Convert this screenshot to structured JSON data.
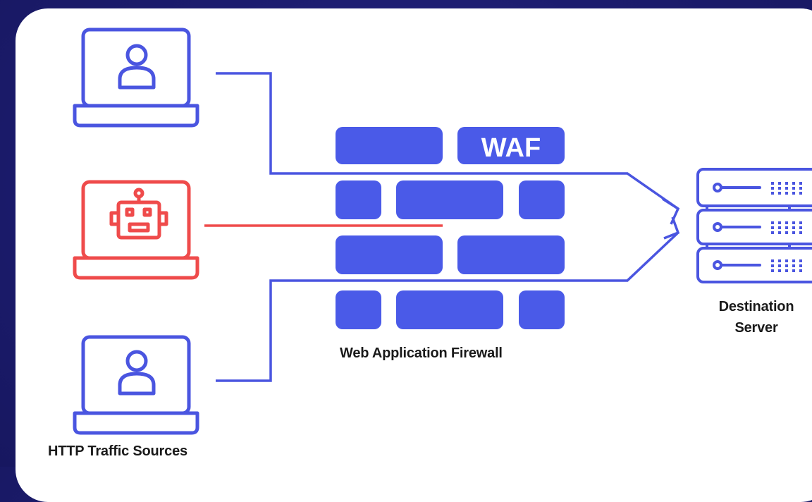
{
  "diagram": {
    "colors": {
      "background": "#1c1c6e",
      "card": "#ffffff",
      "user_stroke": "#4a55e0",
      "bot_stroke": "#ef4b4b",
      "waf_block": "#4a5ae8",
      "text": "#1a1a1a"
    },
    "waf_badge": "WAF",
    "waf_label": "Web Application Firewall",
    "sources_label": "HTTP Traffic Sources",
    "destination_label_line1": "Destination",
    "destination_label_line2": "Server",
    "sources": [
      {
        "type": "user",
        "icon": "laptop-user-icon",
        "allowed": true
      },
      {
        "type": "bot",
        "icon": "laptop-robot-icon",
        "allowed": false
      },
      {
        "type": "user",
        "icon": "laptop-user-icon",
        "allowed": true
      }
    ]
  }
}
